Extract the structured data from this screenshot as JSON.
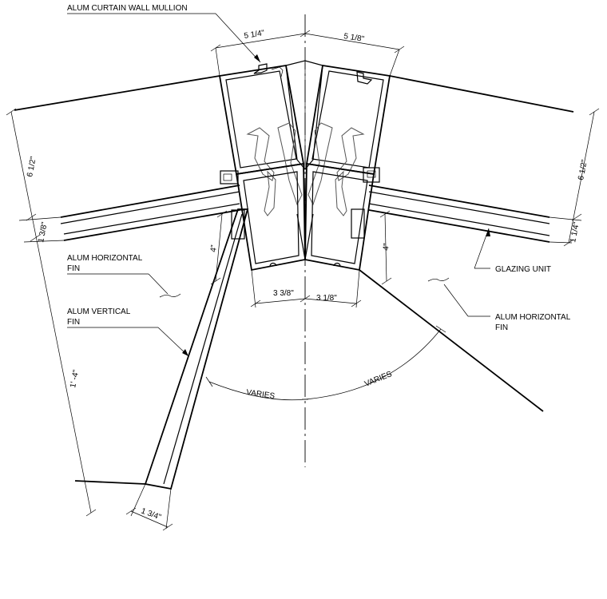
{
  "labels": {
    "mullion": "ALUM CURTAIN WALL MULLION",
    "horiz_fin_left_1": "ALUM HORIZONTAL",
    "horiz_fin_left_2": "FIN",
    "vert_fin_1": "ALUM VERTICAL",
    "vert_fin_2": "FIN",
    "glazing_unit": "GLAZING UNIT",
    "horiz_fin_right_1": "ALUM HORIZONTAL",
    "horiz_fin_right_2": "FIN"
  },
  "dimensions": {
    "top_left": "5 1/4\"",
    "top_right": "5 1/8\"",
    "left_depth": "6 1/2\"",
    "right_depth": "6 1/2\"",
    "left_glass": "1 3/8\"",
    "right_glass": "1 1/4\"",
    "left_four": "4\"",
    "right_four": "4\"",
    "bottom_left": "3 3/8\"",
    "bottom_right": "3 1/8\"",
    "fin_length": "1' -4\"",
    "fin_width": "1 3/4\"",
    "angle_left": "VARIES",
    "angle_right": "VARIES"
  }
}
